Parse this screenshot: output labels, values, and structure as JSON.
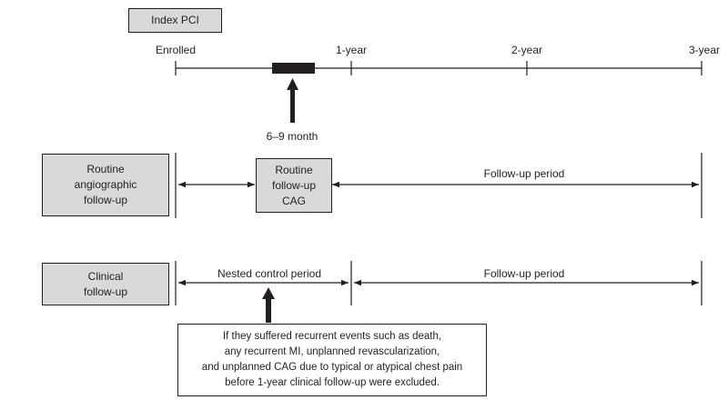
{
  "top_box": "Index PCI",
  "timeline": {
    "enrolled": "Enrolled",
    "year1": "1-year",
    "year2": "2-year",
    "year3": "3-year",
    "window_label": "6–9 month"
  },
  "angio_row": {
    "box_label": "Routine\nangiographic\nfollow-up",
    "cag_box": "Routine\nfollow-up\nCAG",
    "period_label": "Follow-up period"
  },
  "clinical_row": {
    "box_label": "Clinical\nfollow-up",
    "nested_label": "Nested control period",
    "period_label": "Follow-up period",
    "note": "If they suffered recurrent events such as death,\nany recurrent MI, unplanned revascularization,\nand unplanned CAG due to typical or atypical chest pain\nbefore 1-year clinical follow-up were excluded."
  }
}
